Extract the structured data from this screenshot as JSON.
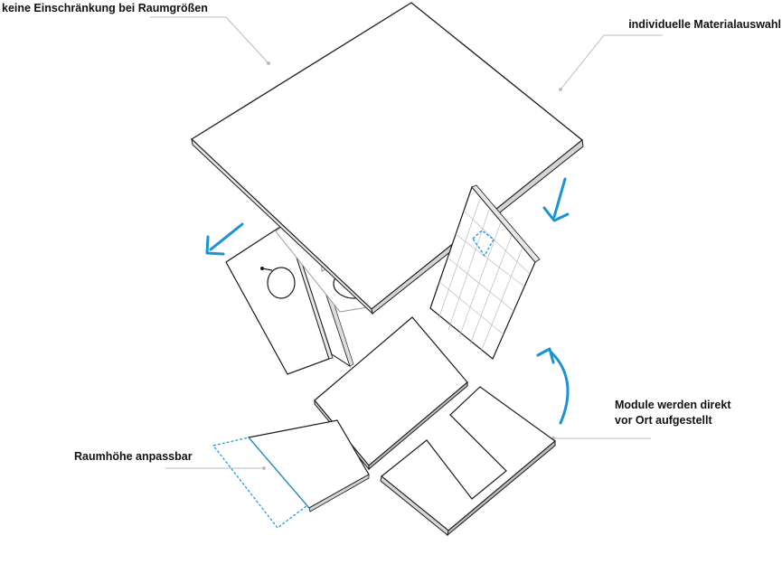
{
  "labels": {
    "room_size": "keine Einschränkung bei Raumgrößen",
    "material": "individuelle Materialauswahl",
    "modules": [
      "Module werden direkt",
      "vor Ort aufgestellt"
    ],
    "height": "Raumhöhe anpassbar"
  },
  "colors": {
    "accent": "#1a93d4",
    "outline": "#1a1a1a",
    "leader": "#bbbbbb"
  }
}
